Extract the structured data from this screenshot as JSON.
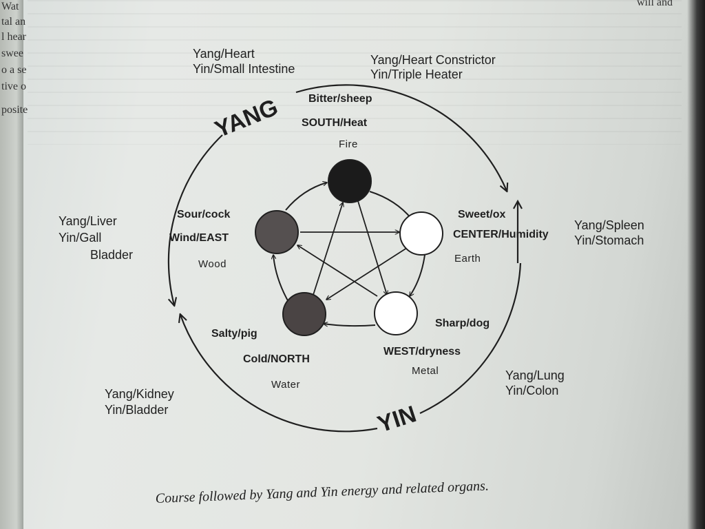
{
  "margin_fragments": [
    "Wat",
    "tal an",
    "l hear",
    "swee",
    "o a se",
    "tive o",
    "posite"
  ],
  "top_fragment": "will and",
  "cycle": {
    "yang": "YANG",
    "yin": "YIN"
  },
  "organ_pairs": {
    "fire": [
      "Yang/Heart",
      "Yin/Small Intestine"
    ],
    "fire_secondary": [
      "Yang/Heart Constrictor",
      "Yin/Triple Heater"
    ],
    "earth": [
      "Yang/Spleen",
      "Yin/Stomach"
    ],
    "metal": [
      "Yang/Lung",
      "Yin/Colon"
    ],
    "water": [
      "Yang/Kidney",
      "Yin/Bladder"
    ],
    "wood": [
      "Yang/Liver",
      "Yin/Gall",
      "Bladder"
    ]
  },
  "elements": {
    "fire": {
      "taste": "Bitter/sheep",
      "direction": "SOUTH/Heat",
      "name": "Fire",
      "fill": "#1b1b1b"
    },
    "earth": {
      "taste": "Sweet/ox",
      "direction": "CENTER/Humidity",
      "name": "Earth",
      "fill": "#ffffff"
    },
    "metal": {
      "taste": "Sharp/dog",
      "direction": "WEST/dryness",
      "name": "Metal",
      "fill": "#ffffff"
    },
    "water": {
      "taste": "Salty/pig",
      "direction": "Cold/NORTH",
      "name": "Water",
      "fill": "#4a4444"
    },
    "wood": {
      "taste": "Sour/cock",
      "direction": "Wind/EAST",
      "name": "Wood",
      "fill": "#555050"
    }
  },
  "caption": "Course followed by Yang and Yin energy and related organs."
}
